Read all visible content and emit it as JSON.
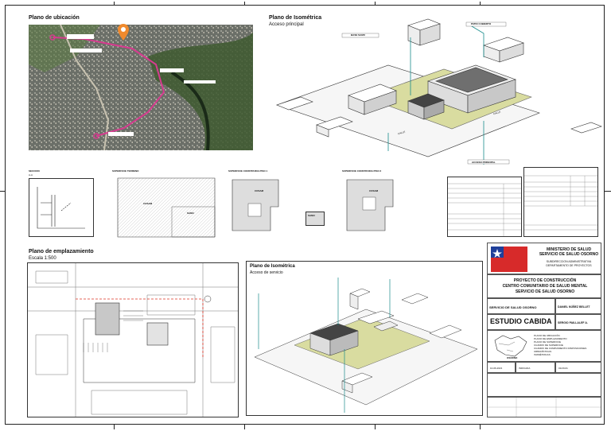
{
  "panels": {
    "ubicacion_title": "Plano de ubicación",
    "iso_main_title": "Plano de Isométrica",
    "iso_main_sub": "Acceso principal",
    "iso_main_labels": {
      "base_samu": "BASE SAMU",
      "patio": "PATIO CUBIERTO",
      "acceso_principal": "ACCESO PRINCIPAL",
      "calle1": "CALLE",
      "calle2": "CALLE"
    },
    "seccion_title": "SECCION",
    "seccion_sub": "A-A",
    "sup_terreno_title": "SUPERFICIE TERRENO",
    "sup_piso1_title": "SUPERFICIE CONSTRUIDA PISO 1",
    "sup_piso2_title": "SUPERFICIE CONSTRUIDA PISO 2",
    "cosam_label": "COSAM",
    "samu_label": "SAMU",
    "emplaz_title": "Plano de emplazamiento",
    "emplaz_scale": "Escala 1:500",
    "iso_service_title": "Plano de Isométrica",
    "iso_service_sub": "Acceso de servicio"
  },
  "title_block": {
    "ministry": "MINISTERIO DE SALUD",
    "service": "SERVICIO DE SALUD OSORNO",
    "subdir": "SUBDIRECCION ADMINISTRATIVA",
    "dept": "DEPARTAMENTO DE PROYECTOS",
    "project_l1": "PROYECTO DE CONSTRUCCIÓN",
    "project_l2": "CENTRO COMUNITARIO DE SALUD MENTAL",
    "project_l3": "SERVICIO DE SALUD OSORNO",
    "owner": "SERVICIO DE SALUD OSORNO",
    "architect": "DANIEL NÚÑEZ BELLET",
    "studio": "ESTUDIO CABIDA",
    "engineer": "SERGIO PAILLALEF A.",
    "contents": [
      "PLANO DE UBICACIÓN",
      "PLANO DE EMPLAZAMIENTO",
      "PLANO DE SUPERFICIE",
      "CUADRO DE SUPERFICIE",
      "CUADRO DE CUMPLIMIENTO DISPOSICIONES URBANÍSTICAS",
      "ISOMÉTRICAS"
    ],
    "city": "OSORNO",
    "date": "10-06-2021",
    "scale": "INDICADA",
    "sheet": "01/20-01"
  }
}
